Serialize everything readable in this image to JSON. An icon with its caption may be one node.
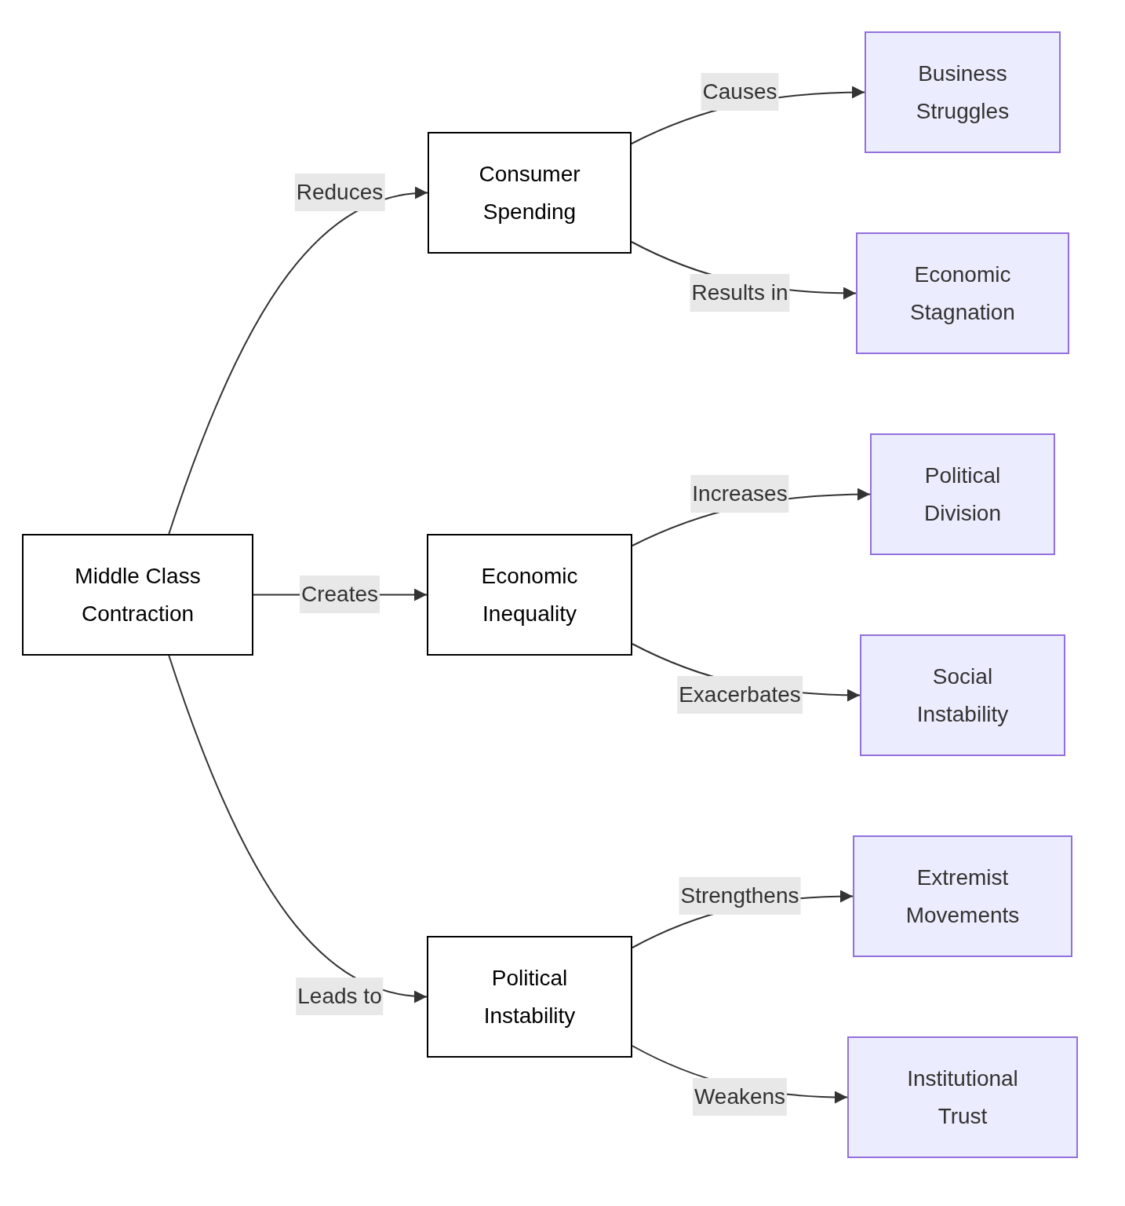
{
  "diagram": {
    "nodes": [
      {
        "text": [
          "Middle Class Contraction"
        ]
      },
      {
        "text": [
          "Consumer Spending"
        ]
      },
      {
        "text": [
          "Economic Inequality"
        ]
      },
      {
        "text": [
          "Political Instability"
        ]
      },
      {
        "text": [
          "Business Struggles"
        ]
      },
      {
        "text": [
          "Economic Stagnation"
        ]
      },
      {
        "text": [
          "Political Division"
        ]
      },
      {
        "text": [
          "Social Instability"
        ]
      },
      {
        "text": [
          "Extremist Movements"
        ]
      },
      {
        "text": [
          "Institutional Trust"
        ]
      }
    ],
    "edges": [
      {
        "from": 0,
        "to": 1,
        "arrow": "to",
        "label": "Reduces"
      },
      {
        "from": 0,
        "to": 2,
        "arrow": "to",
        "label": "Creates"
      },
      {
        "from": 0,
        "to": 3,
        "arrow": "to",
        "label": "Leads to"
      },
      {
        "from": 1,
        "to": 4,
        "arrow": "to",
        "label": "Causes"
      },
      {
        "from": 1,
        "to": 5,
        "arrow": "to",
        "label": "Results in"
      },
      {
        "from": 2,
        "to": 6,
        "arrow": "to",
        "label": "Increases"
      },
      {
        "from": 2,
        "to": 7,
        "arrow": "to",
        "label": "Exacerbates"
      },
      {
        "from": 3,
        "to": 8,
        "arrow": "to",
        "label": "Strengthens"
      },
      {
        "from": 3,
        "to": 9,
        "arrow": "to",
        "label": "Weakens"
      }
    ]
  }
}
